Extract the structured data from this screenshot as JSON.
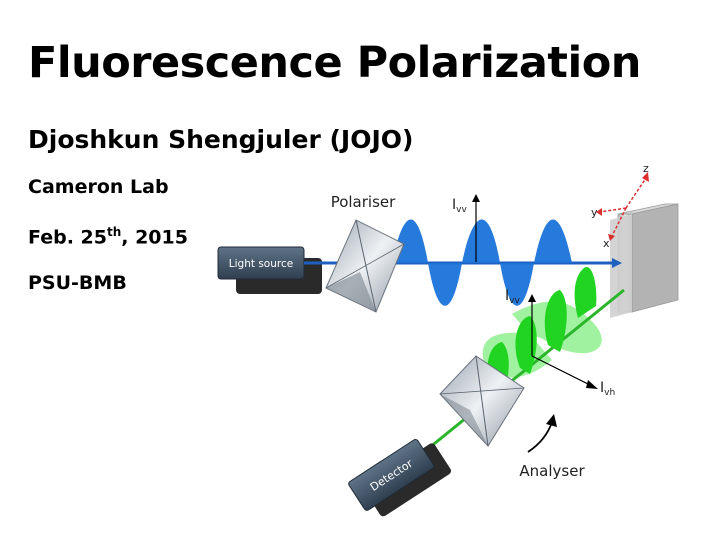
{
  "slide": {
    "title": "Fluorescence Polarization",
    "author": "Djoshkun Shengjuler (JOJO)",
    "lab": "Cameron Lab",
    "date_prefix": "Feb. 25",
    "date_sup": "th",
    "date_suffix": ", 2015",
    "department": "PSU-BMB"
  },
  "diagram": {
    "light_source": "Light source",
    "polariser": "Polariser",
    "analyser": "Analyser",
    "detector": "Detector",
    "ivv_label_top": "I",
    "ivv_sub_top": "vv",
    "ivv_label": "I",
    "ivv_sub": "vv",
    "ivh_label": "I",
    "ivh_sub": "vh",
    "axis_z": "z",
    "axis_y": "y",
    "axis_x": "x",
    "colors": {
      "excitation_beam": "#1f5fbf",
      "excitation_wave": "#1a73d9",
      "emission_beam": "#2bb52b",
      "emission_wave": "#22d422",
      "emission_wave_light": "#8ff08f",
      "axes": "#d93030"
    }
  }
}
